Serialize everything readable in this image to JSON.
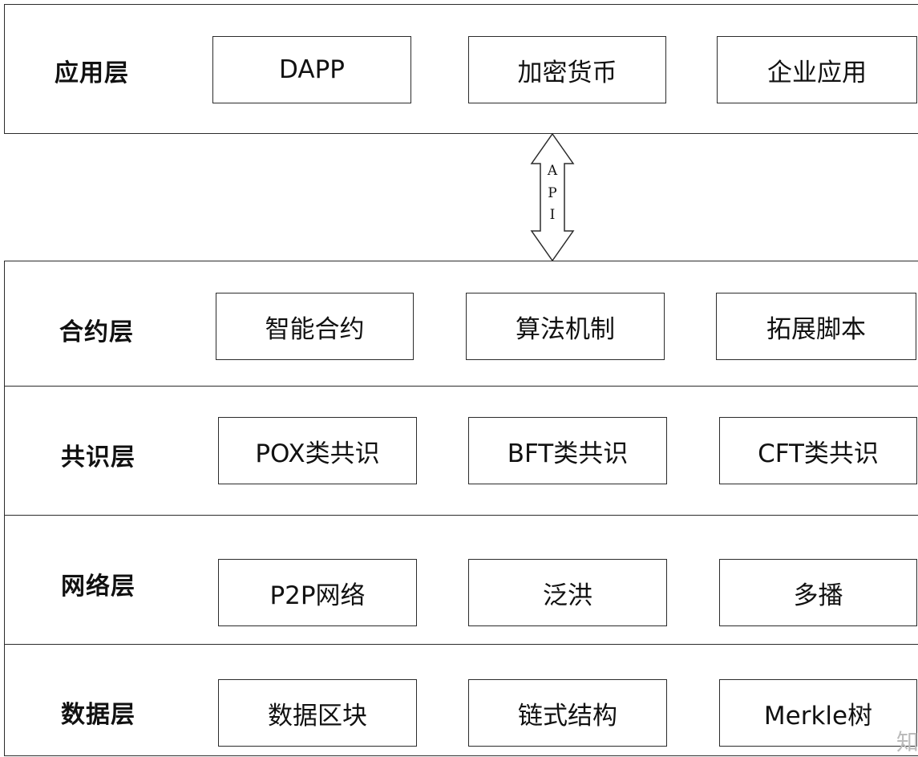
{
  "layers": {
    "application": {
      "title": "应用层",
      "items": [
        "DAPP",
        "加密货币",
        "企业应用"
      ]
    },
    "contract": {
      "title": "合约层",
      "items": [
        "智能合约",
        "算法机制",
        "拓展脚本"
      ]
    },
    "consensus": {
      "title": "共识层",
      "items": [
        "POX类共识",
        "BFT类共识",
        "CFT类共识"
      ]
    },
    "network": {
      "title": "网络层",
      "items": [
        "P2P网络",
        "泛洪",
        "多播"
      ]
    },
    "data": {
      "title": "数据层",
      "items": [
        "数据区块",
        "链式结构",
        "Merkle树"
      ]
    }
  },
  "api": {
    "letters": [
      "A",
      "P",
      "I"
    ]
  },
  "watermark": "知"
}
